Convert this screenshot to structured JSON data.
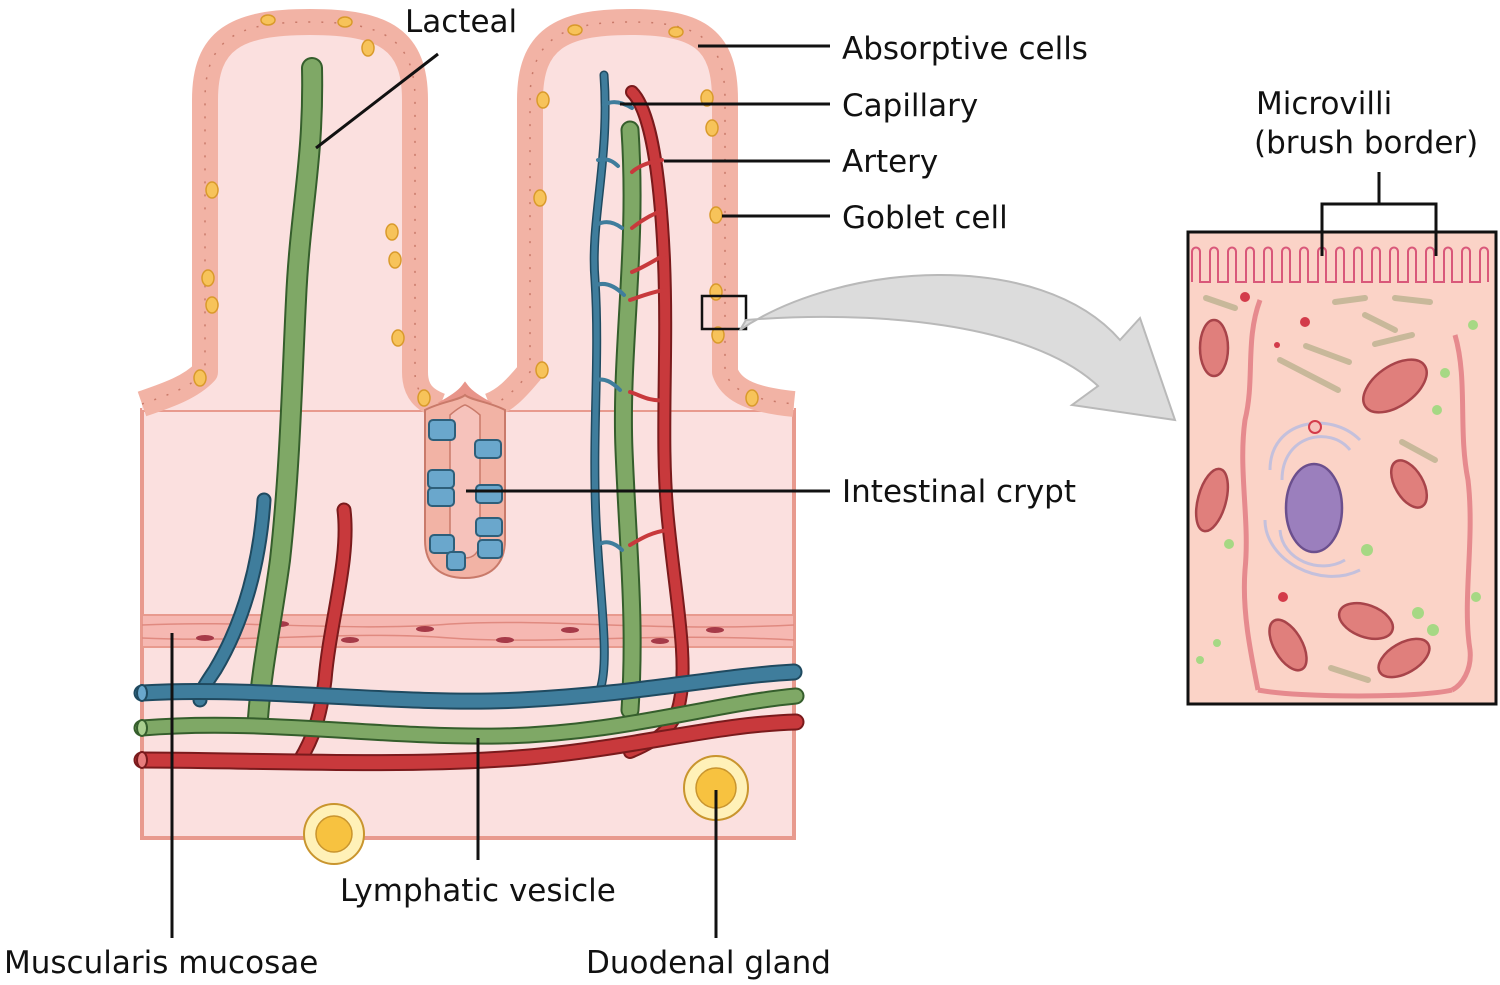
{
  "labels": {
    "lacteal": "Lacteal",
    "absorptive_cells": "Absorptive cells",
    "capillary": "Capillary",
    "artery": "Artery",
    "goblet_cell": "Goblet cell",
    "intestinal_crypt": "Intestinal crypt",
    "microvilli_line1": "Microvilli",
    "microvilli_line2": "(brush border)",
    "lymphatic_vesicle": "Lymphatic vesicle",
    "muscularis_mucosae": "Muscularis mucosae",
    "duodenal_gland": "Duodenal gland"
  },
  "colors": {
    "tissue": "#fbe0df",
    "epithelium": "#f2b3a5",
    "epithelium_outline": "#c97a6a",
    "goblet": "#f7c35a",
    "lacteal": "#7fa866",
    "capillary": "#3f7d9c",
    "artery": "#c8393c",
    "crypt_stem": "#6aa7cc",
    "cell_inset": "#f9cfc0",
    "nucleus": "#9b7fbd",
    "mitochondrion": "#e07f7c"
  }
}
